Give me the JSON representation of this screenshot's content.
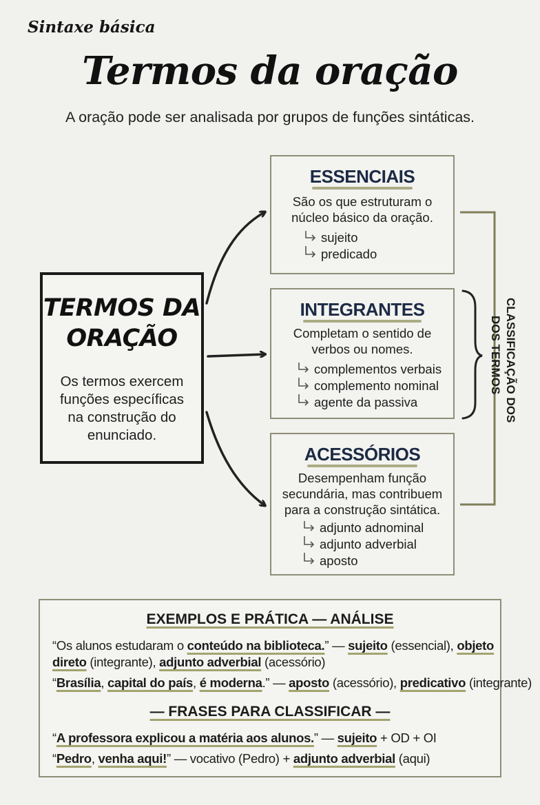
{
  "header": {
    "kicker": "Sintaxe básica",
    "title": "Termos da oração",
    "subtitle": "A oração pode ser analisada por grupos de funções sintáticas."
  },
  "main": {
    "title_line1": "TERMOS DA",
    "title_line2": "ORAÇÃO",
    "desc": [
      "Os termos exercem",
      "funções específicas",
      "na construção do",
      "enunciado."
    ]
  },
  "categories": [
    {
      "title": "ESSENCIAIS",
      "desc": [
        "São os que estruturam o",
        "núcleo básico da oração."
      ],
      "items": [
        "sujeito",
        "predicado"
      ]
    },
    {
      "title": "INTEGRANTES",
      "desc": [
        "Completam o sentido de",
        "verbos ou nomes."
      ],
      "items": [
        "complementos verbais",
        "complemento nominal",
        "agente da passiva"
      ]
    },
    {
      "title": "ACESSÓRIOS",
      "desc": [
        "Desempenham função",
        "secundária, mas contribuem",
        "para a construção sintática."
      ],
      "items": [
        "adjunto adnominal",
        "adjunto adverbial",
        "aposto"
      ]
    }
  ],
  "side_label": {
    "line1": "CLASSIFICAÇÃO DOS",
    "line2": "DOS TERMOS"
  },
  "examples": {
    "heading": "EXEMPLOS E PRÁTICA — ANÁLISE",
    "ex1": {
      "quote_a": "“Os alunos estudaram o ",
      "quote_b": "conteúdo na biblioteca.",
      "quote_c": "” — ",
      "t1": "sujeito",
      "t1_note": " (essencial), ",
      "t2": "objeto",
      "t2b": "direto",
      "t2_note": " (integrante), ",
      "t3": "adjunto adverbial",
      "t3_note": " (acessório)"
    },
    "ex2": {
      "q_open": "“",
      "w1": "Brasília",
      "sep1": ", ",
      "w2": "capital do país",
      "sep2": ", ",
      "w3": "é moderna",
      "q_close": ".” — ",
      "t1": "aposto",
      "t1_note": " (acessório), ",
      "t2": "predicativo",
      "t2_note": " (integrante)"
    },
    "subheading": "— FRASES PARA CLASSIFICAR —",
    "ex3": {
      "q_open": "“",
      "quote": "A professora explicou a matéria aos alunos.",
      "q_close": "” — ",
      "t1": "sujeito",
      "rest": " + OD + OI"
    },
    "ex4": {
      "q_open": "“",
      "w1": "Pedro",
      "sep1": ", ",
      "w2": "venha aqui!",
      "q_close": "”",
      "mid": " — vocativo (Pedro) + ",
      "t1": "adjunto adverbial",
      "rest": " (aqui)"
    }
  },
  "colors": {
    "accent_underline": "#9a9a6a",
    "box_border": "#8e8e78",
    "category_title": "#1c2a44"
  }
}
